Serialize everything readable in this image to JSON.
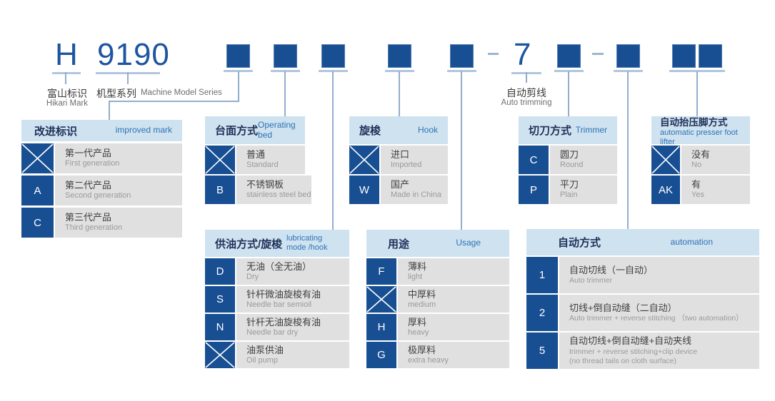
{
  "code": {
    "mark": "H",
    "series": "9190",
    "auto_digit": "7"
  },
  "labels": {
    "mark_zh": "富山标识",
    "mark_en": "Hikari Mark",
    "series_zh": "机型系列",
    "series_en": "Machine Model Series",
    "trim_zh": "自动剪线",
    "trim_en": "Auto trimming"
  },
  "tables": {
    "improved": {
      "title_zh": "改进标识",
      "title_en": "improved mark",
      "rows": [
        {
          "key": "X",
          "zh": "第一代产品",
          "en": "First generation"
        },
        {
          "key": "A",
          "zh": "第二代产品",
          "en": "Second generation"
        },
        {
          "key": "C",
          "zh": "第三代产品",
          "en": "Third generation"
        }
      ]
    },
    "bed": {
      "title_zh": "台面方式",
      "title_en": "Operating bed",
      "rows": [
        {
          "key": "X",
          "zh": "普通",
          "en": "Standard"
        },
        {
          "key": "B",
          "zh": "不锈钢板",
          "en": "stainless steel bed"
        }
      ]
    },
    "hook": {
      "title_zh": "旋梭",
      "title_en": "Hook",
      "rows": [
        {
          "key": "X",
          "zh": "进口",
          "en": "Imported"
        },
        {
          "key": "W",
          "zh": "国产",
          "en": "Made in China"
        }
      ]
    },
    "trimmer": {
      "title_zh": "切刀方式",
      "title_en": "Trimmer",
      "rows": [
        {
          "key": "C",
          "zh": "圆刀",
          "en": "Round"
        },
        {
          "key": "P",
          "zh": "平刀",
          "en": "Plain"
        }
      ]
    },
    "lifter": {
      "title_zh": "自动抬压脚方式",
      "title_en": "automatic presser foot lifter",
      "rows": [
        {
          "key": "X",
          "zh": "没有",
          "en": "No"
        },
        {
          "key": "AK",
          "zh": "有",
          "en": "Yes"
        }
      ]
    },
    "lubricating": {
      "title_zh": "供油方式/旋梭",
      "title_en": "lubricating mode /hook",
      "rows": [
        {
          "key": "D",
          "zh": "无油（全无油）",
          "en": "Dry"
        },
        {
          "key": "S",
          "zh": "针杆微油旋梭有油",
          "en": "Needle bar semioil"
        },
        {
          "key": "N",
          "zh": "针杆无油旋梭有油",
          "en": "Needle bar dry"
        },
        {
          "key": "X",
          "zh": "油泵供油",
          "en": "Oil pump"
        }
      ]
    },
    "usage": {
      "title_zh": "用途",
      "title_en": "Usage",
      "rows": [
        {
          "key": "F",
          "zh": "薄料",
          "en": "light"
        },
        {
          "key": "X",
          "zh": "中厚料",
          "en": "medium"
        },
        {
          "key": "H",
          "zh": "厚料",
          "en": "heavy"
        },
        {
          "key": "G",
          "zh": "极厚料",
          "en": "extra heavy"
        }
      ]
    },
    "automation": {
      "title_zh": "自动方式",
      "title_en": "automation",
      "rows": [
        {
          "key": "1",
          "zh": "自动切线（一自动）",
          "en": "Auto trimmer"
        },
        {
          "key": "2",
          "zh": "切线+倒自动缝（二自动）",
          "en": "Auto trimmer + reverse stitching （two automation）"
        },
        {
          "key": "5",
          "zh": "自动切线+倒自动缝+自动夹线",
          "en": "trimmer + reverse stitching+clip device",
          "en2": "(no thread tails on cloth surface)"
        }
      ]
    }
  },
  "colors": {
    "accent_blue": "#184f93",
    "code_text_blue": "#1d55a0",
    "header_bg": "#cfe2f0",
    "header_text_navy": "#1e3158",
    "header_text_blue": "#2e74b5",
    "row_bg": "#e0e0e0",
    "connector": "#93adcd"
  }
}
